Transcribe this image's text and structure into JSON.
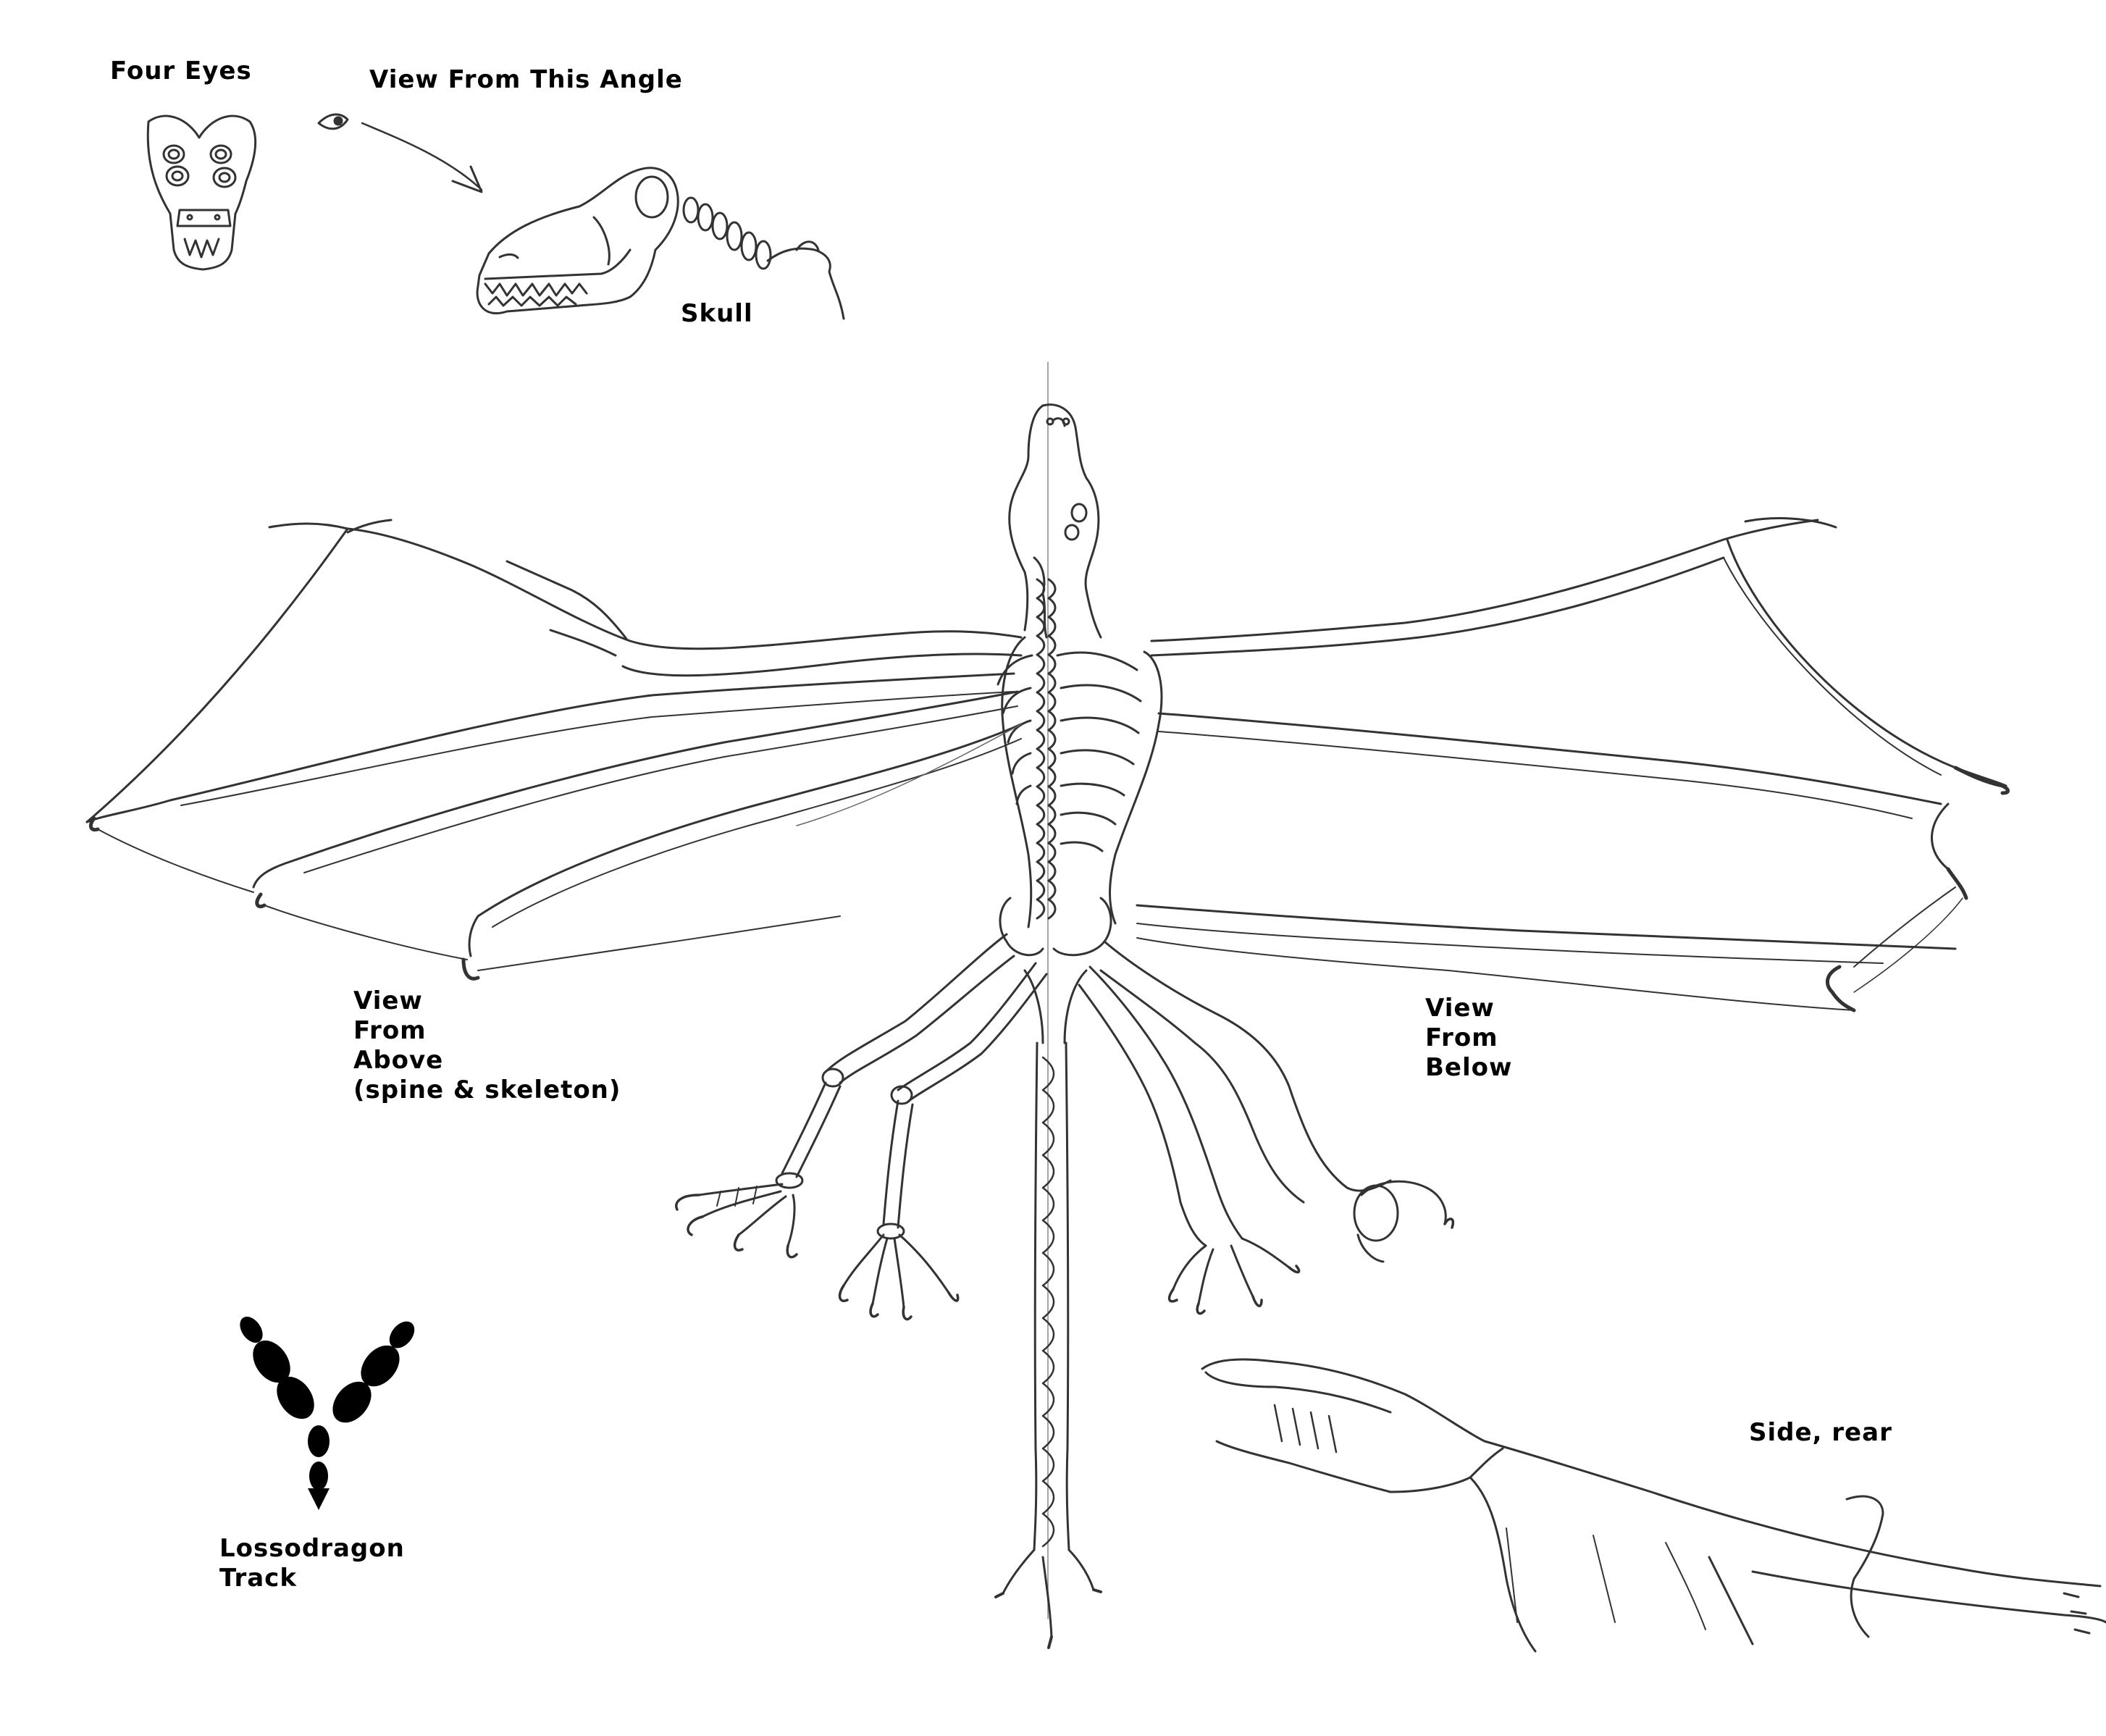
{
  "labels": {
    "four_eyes": "Four Eyes",
    "view_angle": "View From This Angle",
    "skull": "Skull",
    "view_above": [
      "View",
      "From",
      "Above",
      "(spine & skeleton)"
    ],
    "view_below": [
      "View",
      "From",
      "Below"
    ],
    "side_rear": "Side, rear",
    "track": [
      "Lossodragon",
      "Track"
    ]
  },
  "colors": {
    "paper": "#ffffff",
    "pencil": "#333333",
    "ink": "#000000"
  }
}
